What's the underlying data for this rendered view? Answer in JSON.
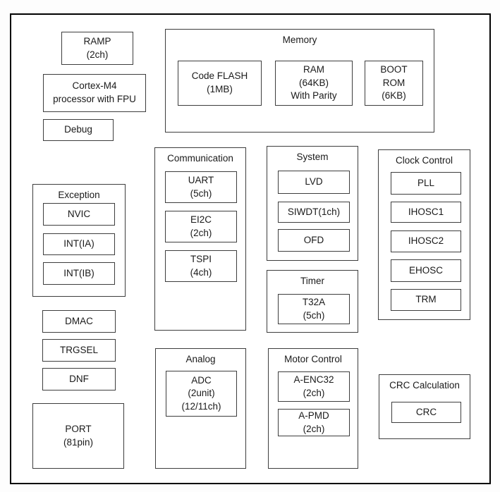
{
  "diagram": {
    "kind": "mcu-block-diagram",
    "colors": {
      "border": "#000000",
      "inner_border": "#3d3d3d",
      "text": "#1a1a1a",
      "background": "#ffffff"
    },
    "blocks": {
      "ramp": "RAMP\n(2ch)",
      "cortex": "Cortex-M4\nprocessor with FPU",
      "debug": "Debug",
      "dmac": "DMAC",
      "trgsel": "TRGSEL",
      "dnf": "DNF",
      "port": "PORT\n(81pin)"
    },
    "groups": {
      "memory": {
        "label": "Memory",
        "items": {
          "code_flash": "Code FLASH\n(1MB)",
          "ram": "RAM\n(64KB)\nWith Parity",
          "boot_rom": "BOOT\nROM\n(6KB)"
        }
      },
      "exception": {
        "label": "Exception",
        "items": {
          "nvic": "NVIC",
          "int_ia": "INT(IA)",
          "int_ib": "INT(IB)"
        }
      },
      "communication": {
        "label": "Communication",
        "items": {
          "uart": "UART\n(5ch)",
          "ei2c": "EI2C\n(2ch)",
          "tspi": "TSPI\n(4ch)"
        }
      },
      "system": {
        "label": "System",
        "items": {
          "lvd": "LVD",
          "siwdt": "SIWDT(1ch)",
          "ofd": "OFD"
        }
      },
      "timer": {
        "label": "Timer",
        "items": {
          "t32a": "T32A\n(5ch)"
        }
      },
      "clock_control": {
        "label": "Clock Control",
        "items": {
          "pll": "PLL",
          "ihosc1": "IHOSC1",
          "ihosc2": "IHOSC2",
          "ehosc": "EHOSC",
          "trm": "TRM"
        }
      },
      "analog": {
        "label": "Analog",
        "items": {
          "adc": "ADC\n(2unit)\n(12/11ch)"
        }
      },
      "motor_control": {
        "label": "Motor Control",
        "items": {
          "a_enc32": "A-ENC32\n(2ch)",
          "a_pmd": "A-PMD\n(2ch)"
        }
      },
      "crc_calculation": {
        "label": "CRC Calculation",
        "items": {
          "crc": "CRC"
        }
      }
    }
  }
}
